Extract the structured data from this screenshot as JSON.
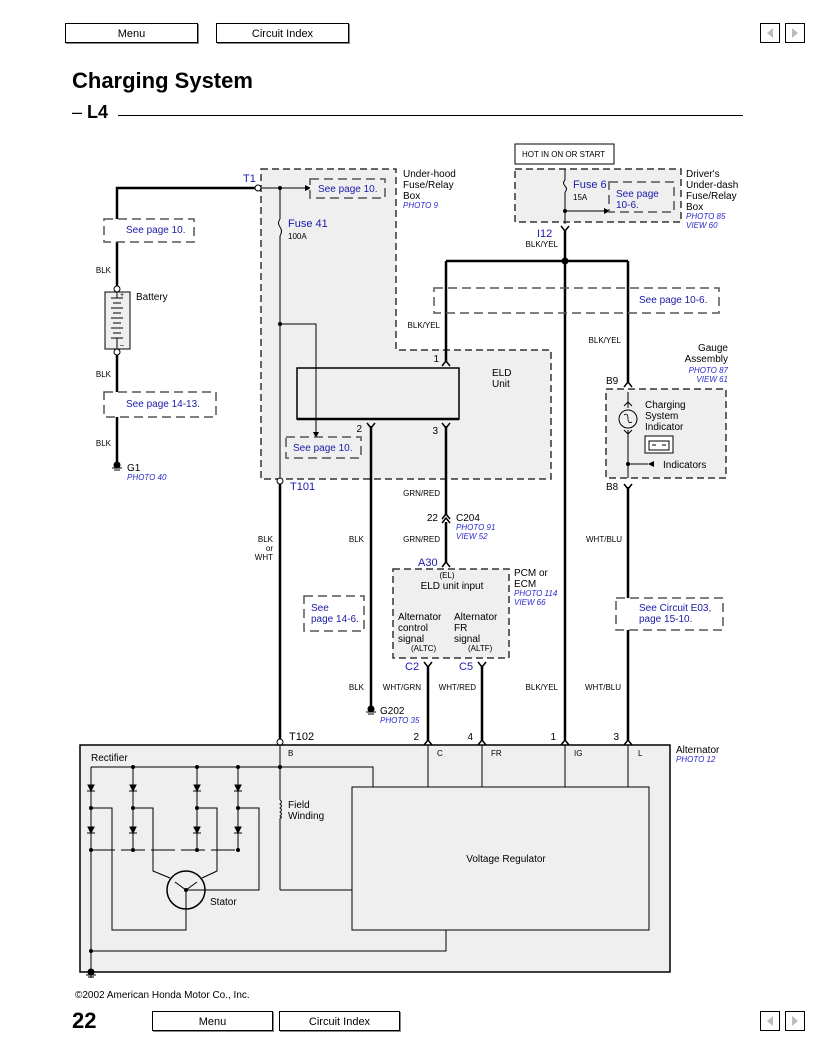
{
  "nav": {
    "menu_label": "Menu",
    "circuit_index_label": "Circuit Index",
    "prev_icon": "left-triangle-icon",
    "next_icon": "right-triangle-icon"
  },
  "header": {
    "title": "Charging System",
    "section": "L4"
  },
  "footer": {
    "copyright": "©2002 American Honda Motor Co., Inc.",
    "page_number": "22"
  },
  "colors": {
    "link_blue": "#1a1aa8",
    "component_fill": "#efefef",
    "wire": "#000000"
  },
  "diagram": {
    "hot_label": "HOT IN ON OR START",
    "underhood_box": {
      "line1": "Under-hood",
      "line2": "Fuse/Relay",
      "line3": "Box",
      "photo": "PHOTO 9"
    },
    "driver_box": {
      "line1": "Driver's",
      "line2": "Under-dash",
      "line3": "Fuse/Relay",
      "line4": "Box",
      "photo": "PHOTO 85",
      "view": "VIEW 60"
    },
    "fuse41": {
      "name": "Fuse 41",
      "rating": "100A"
    },
    "fuse6": {
      "name": "Fuse 6",
      "rating": "15A"
    },
    "battery_label": "Battery",
    "ground_g1": {
      "name": "G1",
      "photo": "PHOTO 40"
    },
    "ground_g202": {
      "name": "G202",
      "photo": "PHOTO 35"
    },
    "eld_unit": {
      "line1": "ELD",
      "line2": "Unit"
    },
    "gauge": {
      "line1": "Gauge",
      "line2": "Assembly",
      "photo": "PHOTO 87",
      "view": "VIEW 61",
      "indicator1": "Charging",
      "indicator2": "System",
      "indicator3": "Indicator",
      "indicators": "Indicators"
    },
    "pcm": {
      "line1": "PCM or",
      "line2": "ECM",
      "photo": "PHOTO 114",
      "view": "VIEW 66",
      "el_tag": "(EL)",
      "eld_input": "ELD unit input",
      "altc1": "Alternator",
      "altc2": "control",
      "altc3": "signal",
      "altc_tag": "(ALTC)",
      "altf1": "Alternator",
      "altf2": "FR",
      "altf3": "signal",
      "altf_tag": "(ALTF)"
    },
    "c204": {
      "pin": "22",
      "name": "C204",
      "photo": "PHOTO 91",
      "view": "VIEW 52"
    },
    "alternator": {
      "name": "Alternator",
      "photo": "PHOTO 12",
      "rectifier": "Rectifier",
      "field1": "Field",
      "field2": "Winding",
      "stator": "Stator",
      "regulator": "Voltage Regulator"
    },
    "terminals": {
      "t1": "T1",
      "t101": "T101",
      "t102": "T102",
      "i12": "I12",
      "b9": "B9",
      "b8": "B8",
      "a30": "A30",
      "c2": "C2",
      "c5": "C5"
    },
    "pins": {
      "eld1": "1",
      "eld2": "2",
      "eld3": "3",
      "alt2": "2",
      "alt4": "4",
      "alt1": "1",
      "alt3": "3",
      "B": "B",
      "C": "C",
      "FR": "FR",
      "IG": "IG",
      "L": "L"
    },
    "wires": {
      "blk": "BLK",
      "blk_yel": "BLK/YEL",
      "grn_red": "GRN/RED",
      "wht_grn": "WHT/GRN",
      "wht_red": "WHT/RED",
      "wht_blu": "WHT/BLU",
      "blk_or": "BLK",
      "or": "or",
      "wht": "WHT"
    },
    "refs": {
      "r1": "See page 10.",
      "r2": "See page 10.",
      "r3": "See page 14-13.",
      "r4": "See page 10.",
      "r5a": "See page",
      "r5b": "10-6.",
      "r6": "See page 10-6.",
      "r7a": "See",
      "r7b": "page 14-6.",
      "r8a": "See Circuit E03,",
      "r8b": "page 15-10."
    }
  }
}
